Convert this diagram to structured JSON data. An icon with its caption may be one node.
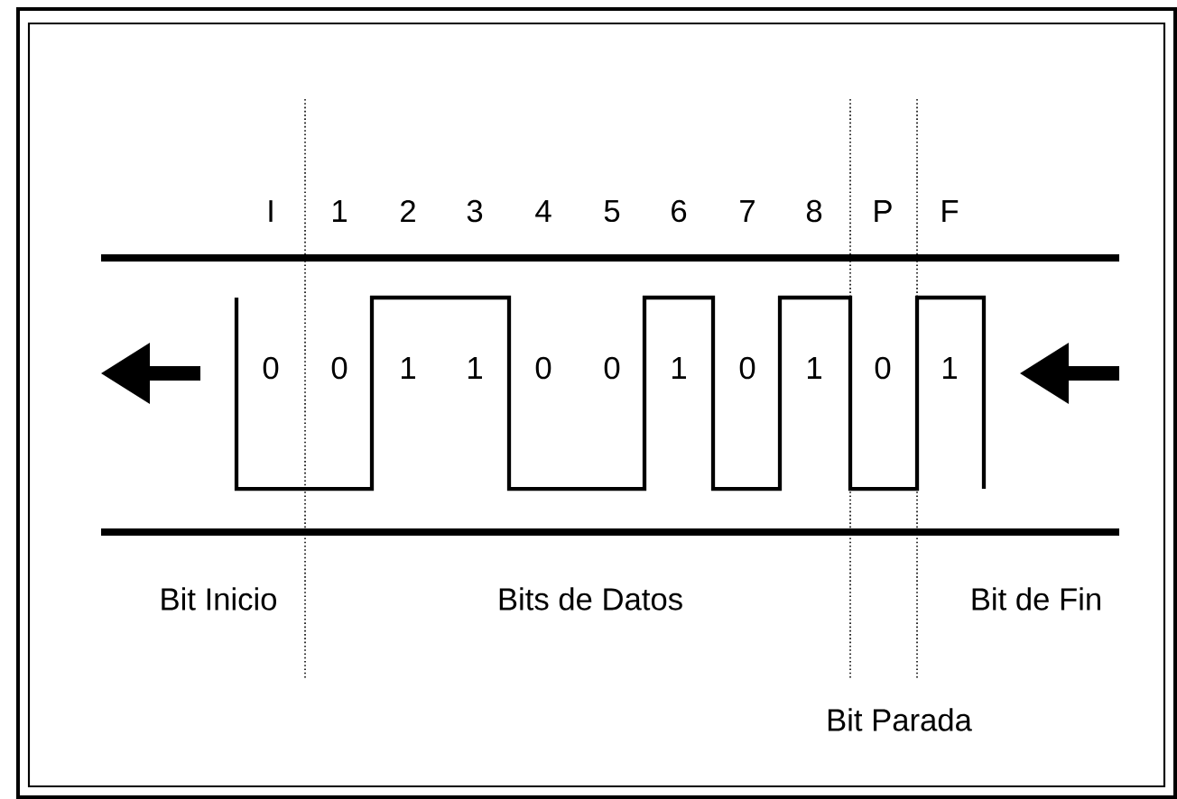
{
  "diagram": {
    "labels": [
      "I",
      "1",
      "2",
      "3",
      "4",
      "5",
      "6",
      "7",
      "8",
      "P",
      "F",
      "0",
      "0",
      "1",
      "1",
      "0",
      "0",
      "1",
      "0",
      "1",
      "0",
      "1",
      "Bit Inicio",
      "Bits de Datos",
      "Bit de Fin",
      "Bit Parada"
    ]
  }
}
